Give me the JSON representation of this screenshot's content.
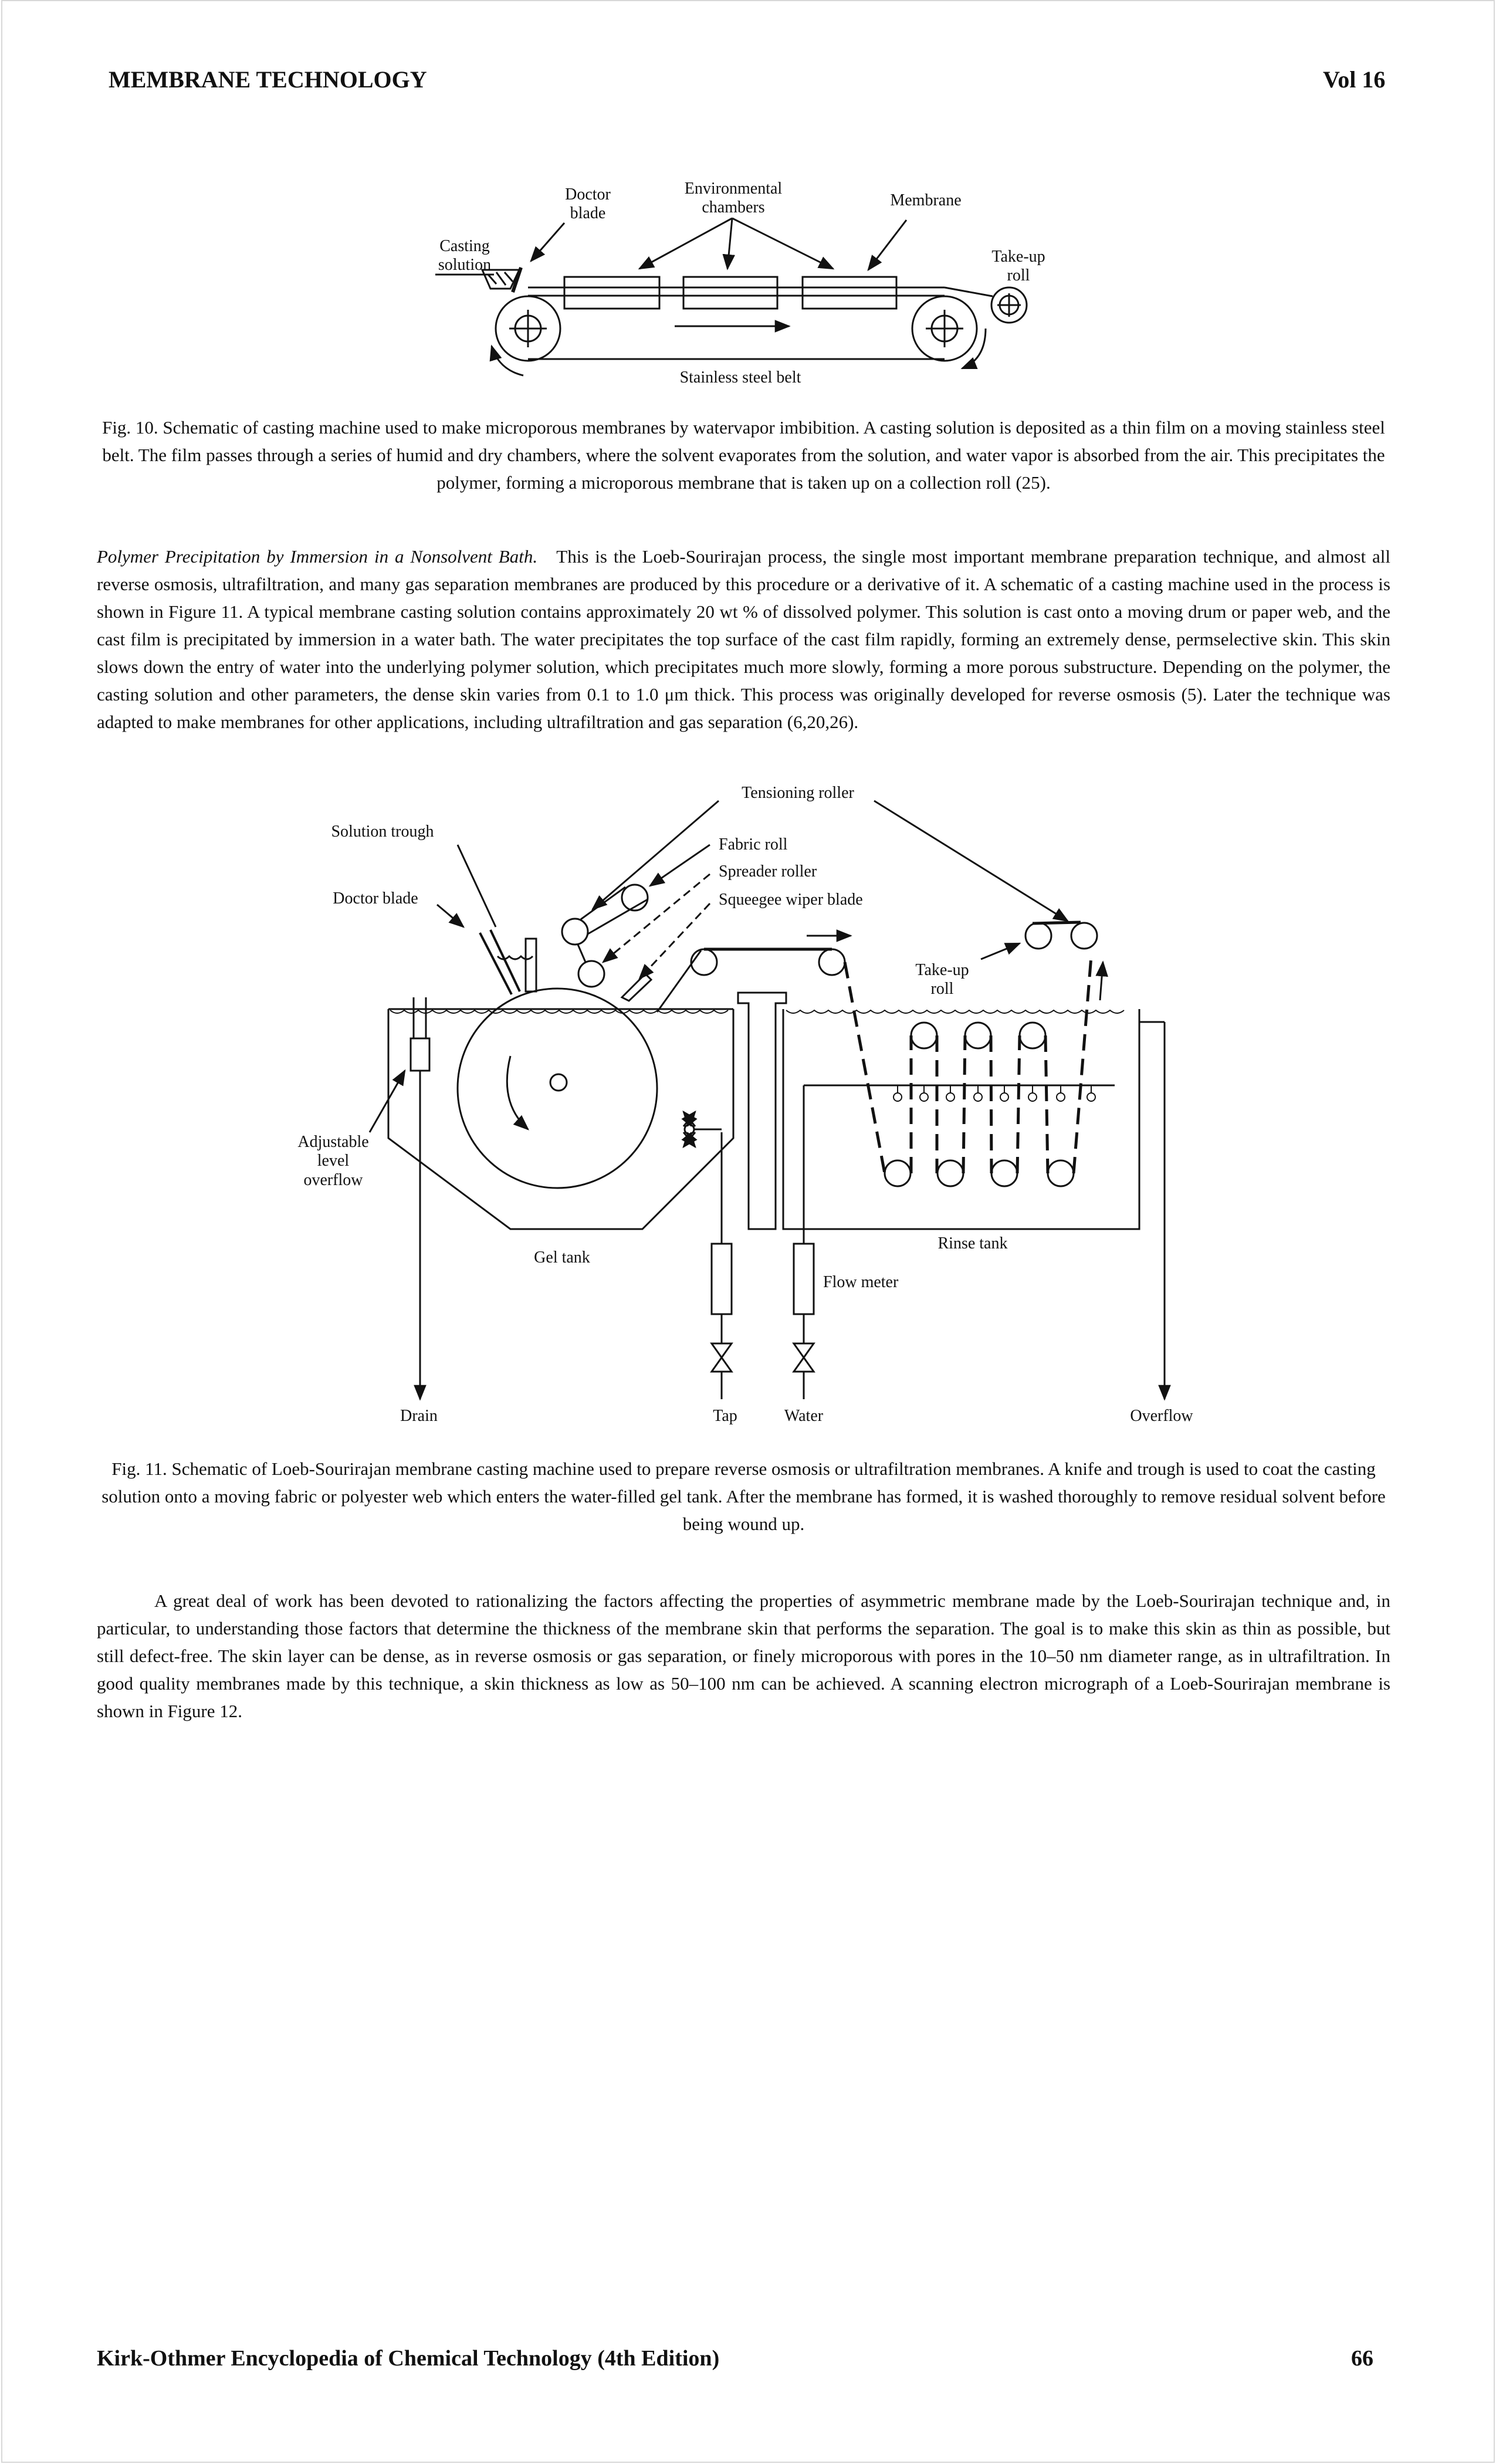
{
  "header": {
    "journal": "MEMBRANE TECHNOLOGY",
    "volume": "Vol 16"
  },
  "figure10": {
    "labels": {
      "doctor_blade_line1": "Doctor",
      "doctor_blade_line2": "blade",
      "env_line1": "Environmental",
      "env_line2": "chambers",
      "membrane": "Membrane",
      "casting_line1": "Casting",
      "casting_line2": "solution",
      "takeup_line1": "Take-up",
      "takeup_line2": "roll",
      "belt": "Stainless steel belt"
    },
    "caption": "Fig. 10. Schematic of casting machine used to make microporous membranes by watervapor imbibition. A casting solution is deposited as a thin film on a moving stainless steel belt. The film passes through a series of humid and dry chambers, where the solvent evaporates from the solution, and water vapor is absorbed from the air. This precipitates the polymer, forming a microporous membrane that is taken up on a collection roll (25)."
  },
  "section": {
    "title": "Polymer Precipitation by Immersion in a Nonsolvent Bath.",
    "body": "This is the Loeb-Sourirajan process, the single most important membrane preparation technique, and almost all reverse osmosis, ultrafiltration, and many gas separation membranes are produced by this procedure or a derivative of it. A schematic of a casting machine used in the process is shown in Figure 11. A typical membrane casting solution contains approximately 20 wt % of dissolved polymer. This solution is cast onto a moving drum or paper web, and the cast film is precipitated by immersion in a water bath. The water precipitates the top surface of the cast film rapidly, forming an extremely dense, permselective skin. This skin slows down the entry of water into the underlying polymer solution, which precipitates much more slowly, forming a more porous substructure. Depending on the polymer, the casting solution and other parameters, the dense skin varies from 0.1 to 1.0 μm thick. This process was originally developed for reverse osmosis (5). Later the technique was adapted to make membranes for other applications, including ultrafiltration and gas separation (6,20,26)."
  },
  "figure11": {
    "labels": {
      "tensioning": "Tensioning roller",
      "trough": "Solution trough",
      "fabric": "Fabric roll",
      "spreader": "Spreader roller",
      "squeegee": "Squeegee wiper blade",
      "doctor": "Doctor blade",
      "takeup_line1": "Take-up",
      "takeup_line2": "roll",
      "adj_line1": "Adjustable",
      "adj_line2": "level",
      "adj_line3": "overflow",
      "gel_tank": "Gel tank",
      "rinse_tank": "Rinse tank",
      "flow_meter": "Flow meter",
      "drain": "Drain",
      "tap": "Tap",
      "water": "Water",
      "overflow": "Overflow"
    },
    "caption": "Fig. 11. Schematic of Loeb-Sourirajan membrane casting machine used to prepare reverse osmosis or ultrafiltration membranes. A knife and trough is used to coat the casting solution onto a moving fabric or polyester web which enters the water-filled gel tank. After the membrane has formed, it is washed thoroughly to remove residual solvent before being wound up."
  },
  "closing_paragraph": "A great deal of work has been devoted to rationalizing the factors affecting the properties of asymmetric membrane made by the Loeb-Sourirajan technique and, in particular, to understanding those factors that determine the thickness of the membrane skin that performs the separation. The goal is to make this skin as thin as possible, but still defect-free. The skin layer can be dense, as in reverse osmosis or gas separation, or finely microporous with pores in the 10–50 nm diameter range, as in ultrafiltration. In good quality membranes made by this technique, a skin thickness as low as 50–100 nm can be achieved. A scanning electron micrograph of a Loeb-Sourirajan membrane is shown in Figure 12.",
  "footer": {
    "source": "Kirk-Othmer Encyclopedia of Chemical Technology (4th Edition)",
    "page": "66"
  }
}
